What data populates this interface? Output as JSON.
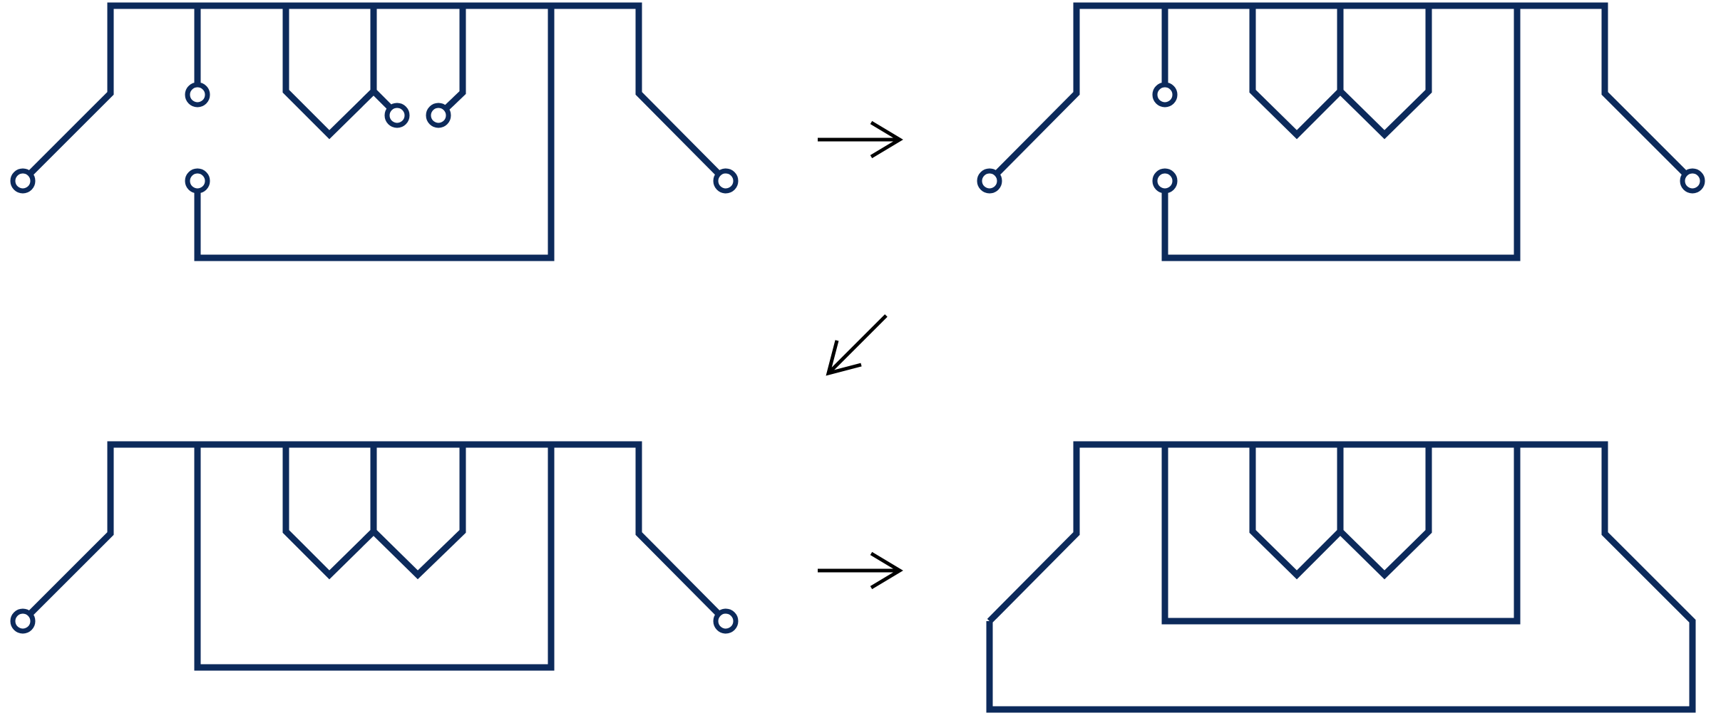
{
  "diagram": {
    "steps": [
      {
        "id": "step-1",
        "position": "top-left",
        "open_terminals": 6
      },
      {
        "id": "step-2",
        "position": "top-right",
        "open_terminals": 4
      },
      {
        "id": "step-3",
        "position": "bottom-left",
        "open_terminals": 2
      },
      {
        "id": "step-4",
        "position": "bottom-right",
        "open_terminals": 0
      }
    ],
    "transitions": [
      {
        "from": "step-1",
        "to": "step-2",
        "direction": "right"
      },
      {
        "from": "step-2",
        "to": "step-3",
        "direction": "down-left"
      },
      {
        "from": "step-3",
        "to": "step-4",
        "direction": "right"
      }
    ]
  },
  "colors": {
    "wire": "#0c2a5b",
    "terminal_fill": "#ffffff",
    "arrow": "#000000",
    "background": "#ffffff"
  }
}
